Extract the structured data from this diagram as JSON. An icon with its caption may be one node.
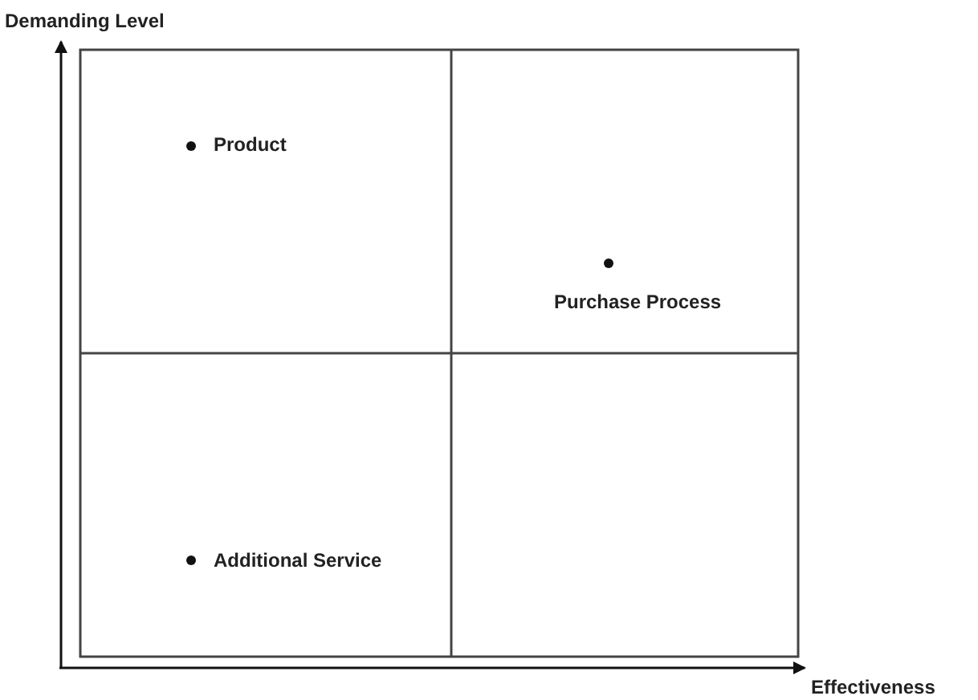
{
  "diagram": {
    "labels": [
      "Demanding Level",
      "Product",
      "Purchase Process",
      "Additional Service",
      "Effectiveness"
    ]
  }
}
